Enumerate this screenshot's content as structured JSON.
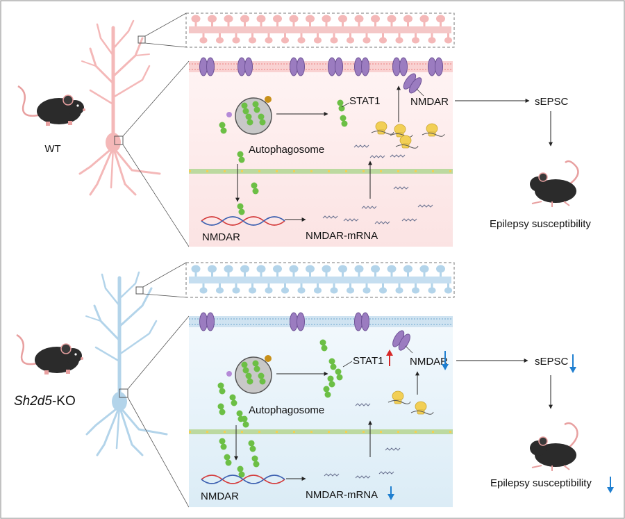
{
  "panels": {
    "wt": {
      "genotype": "WT",
      "labels": {
        "autophagosome": "Autophagosome",
        "stat1": "STAT1",
        "nmdar_receptor": "NMDAR",
        "nmdar_gene": "NMDAR",
        "nmdar_mrna": "NMDAR-mRNA",
        "sepsc": "sEPSC",
        "epilepsy": "Epilepsy susceptibility"
      }
    },
    "ko": {
      "genotype_italic": "Sh2d5",
      "genotype_suffix": "-KO",
      "labels": {
        "autophagosome": "Autophagosome",
        "stat1": "STAT1",
        "nmdar_receptor": "NMDAR",
        "nmdar_gene": "NMDAR",
        "nmdar_mrna": "NMDAR-mRNA",
        "sepsc": "sEPSC",
        "epilepsy": "Epilepsy susceptibility"
      },
      "changes": {
        "stat1": "up",
        "nmdar_receptor": "down",
        "nmdar_mrna": "down",
        "sepsc": "down",
        "epilepsy": "down"
      }
    }
  },
  "colors": {
    "wt_neuron": "#f4b8b8",
    "ko_neuron": "#b3d4ea",
    "wt_bg": "#fbe6e6",
    "ko_bg": "#dfeef7",
    "receptor": "#9b7cc0",
    "green": "#6cbf45",
    "yellow": "#f2cf55",
    "up_arrow": "#d62828",
    "down_arrow": "#1f7fd0",
    "mouse": "#2b2b2b"
  }
}
